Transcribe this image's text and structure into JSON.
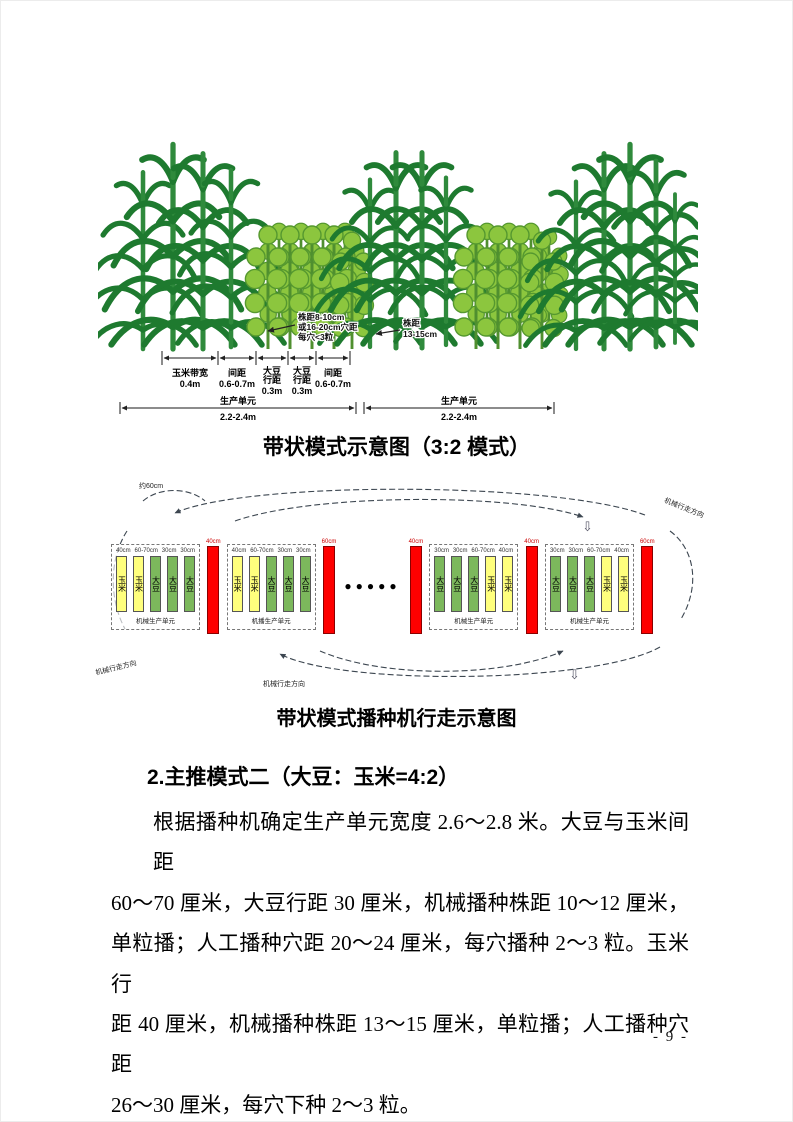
{
  "colors": {
    "corn_bar": "#ffff7d",
    "soy_bar": "#7cb85c",
    "marker_bar": "#fe0000"
  },
  "figure1": {
    "caption": "带状模式示意图（3:2 模式）",
    "soy_callout": {
      "line1": "株距8-10cm",
      "line2": "或16-20cm穴距",
      "line3": "每穴<3粒"
    },
    "corn_callout": {
      "line1": "株距",
      "line2": "13-15cm"
    },
    "dims": [
      {
        "name": "玉米带宽",
        "value": "0.4m"
      },
      {
        "name": "间距",
        "value": "0.6-0.7m"
      },
      {
        "name": "大豆",
        "name2": "行距",
        "value": "0.3m"
      },
      {
        "name": "大豆",
        "name2": "行距",
        "value": "0.3m"
      },
      {
        "name": "间距",
        "value": "0.6-0.7m"
      }
    ],
    "unit_left": {
      "name": "生产单元",
      "value": "2.2-2.4m"
    },
    "unit_right": {
      "name": "生产单元",
      "value": "2.2-2.4m"
    }
  },
  "figure2": {
    "caption": "带状模式播种机行走示意图",
    "turn_width": "约60cm",
    "direction_top_right": "机械行走方向",
    "direction_bottom_left": "机械行走方向",
    "direction_bottom_mid": "机械行走方向",
    "dots": "●●●●●",
    "red_labels": [
      "40cm",
      "60cm",
      "40cm",
      "40cm",
      "60cm"
    ],
    "groups": [
      {
        "unit": "机械生产单元",
        "measures": [
          "40cm",
          "60-70cm",
          "30cm",
          "30cm"
        ],
        "bars": [
          "玉米",
          "玉米",
          "大豆",
          "大豆",
          "大豆"
        ]
      },
      {
        "unit": "机播生产单元",
        "measures": [
          "40cm",
          "60-70cm",
          "30cm",
          "30cm"
        ],
        "bars": [
          "玉米",
          "玉米",
          "大豆",
          "大豆",
          "大豆"
        ]
      },
      {
        "unit": "机械生产单元",
        "measures": [
          "30cm",
          "30cm",
          "60-70cm",
          "40cm"
        ],
        "bars": [
          "大豆",
          "大豆",
          "大豆",
          "玉米",
          "玉米"
        ]
      },
      {
        "unit": "机械生产单元",
        "measures": [
          "30cm",
          "30cm",
          "60-70cm",
          "40cm"
        ],
        "bars": [
          "大豆",
          "大豆",
          "大豆",
          "玉米",
          "玉米"
        ]
      }
    ]
  },
  "section": {
    "heading": "2.主推模式二（大豆：玉米=4:2）",
    "lines": [
      "根据播种机确定生产单元宽度 2.6～2.8 米。大豆与玉米间距",
      "60～70 厘米，大豆行距 30 厘米，机械播种株距 10～12 厘米，",
      "单粒播；人工播种穴距 20～24 厘米，每穴播种 2～3 粒。玉米行",
      "距 40 厘米，机械播种株距 13～15 厘米，单粒播；人工播种穴距",
      "26～30 厘米，每穴下种 2～3 粒。"
    ]
  },
  "page_number": "- 9 -"
}
